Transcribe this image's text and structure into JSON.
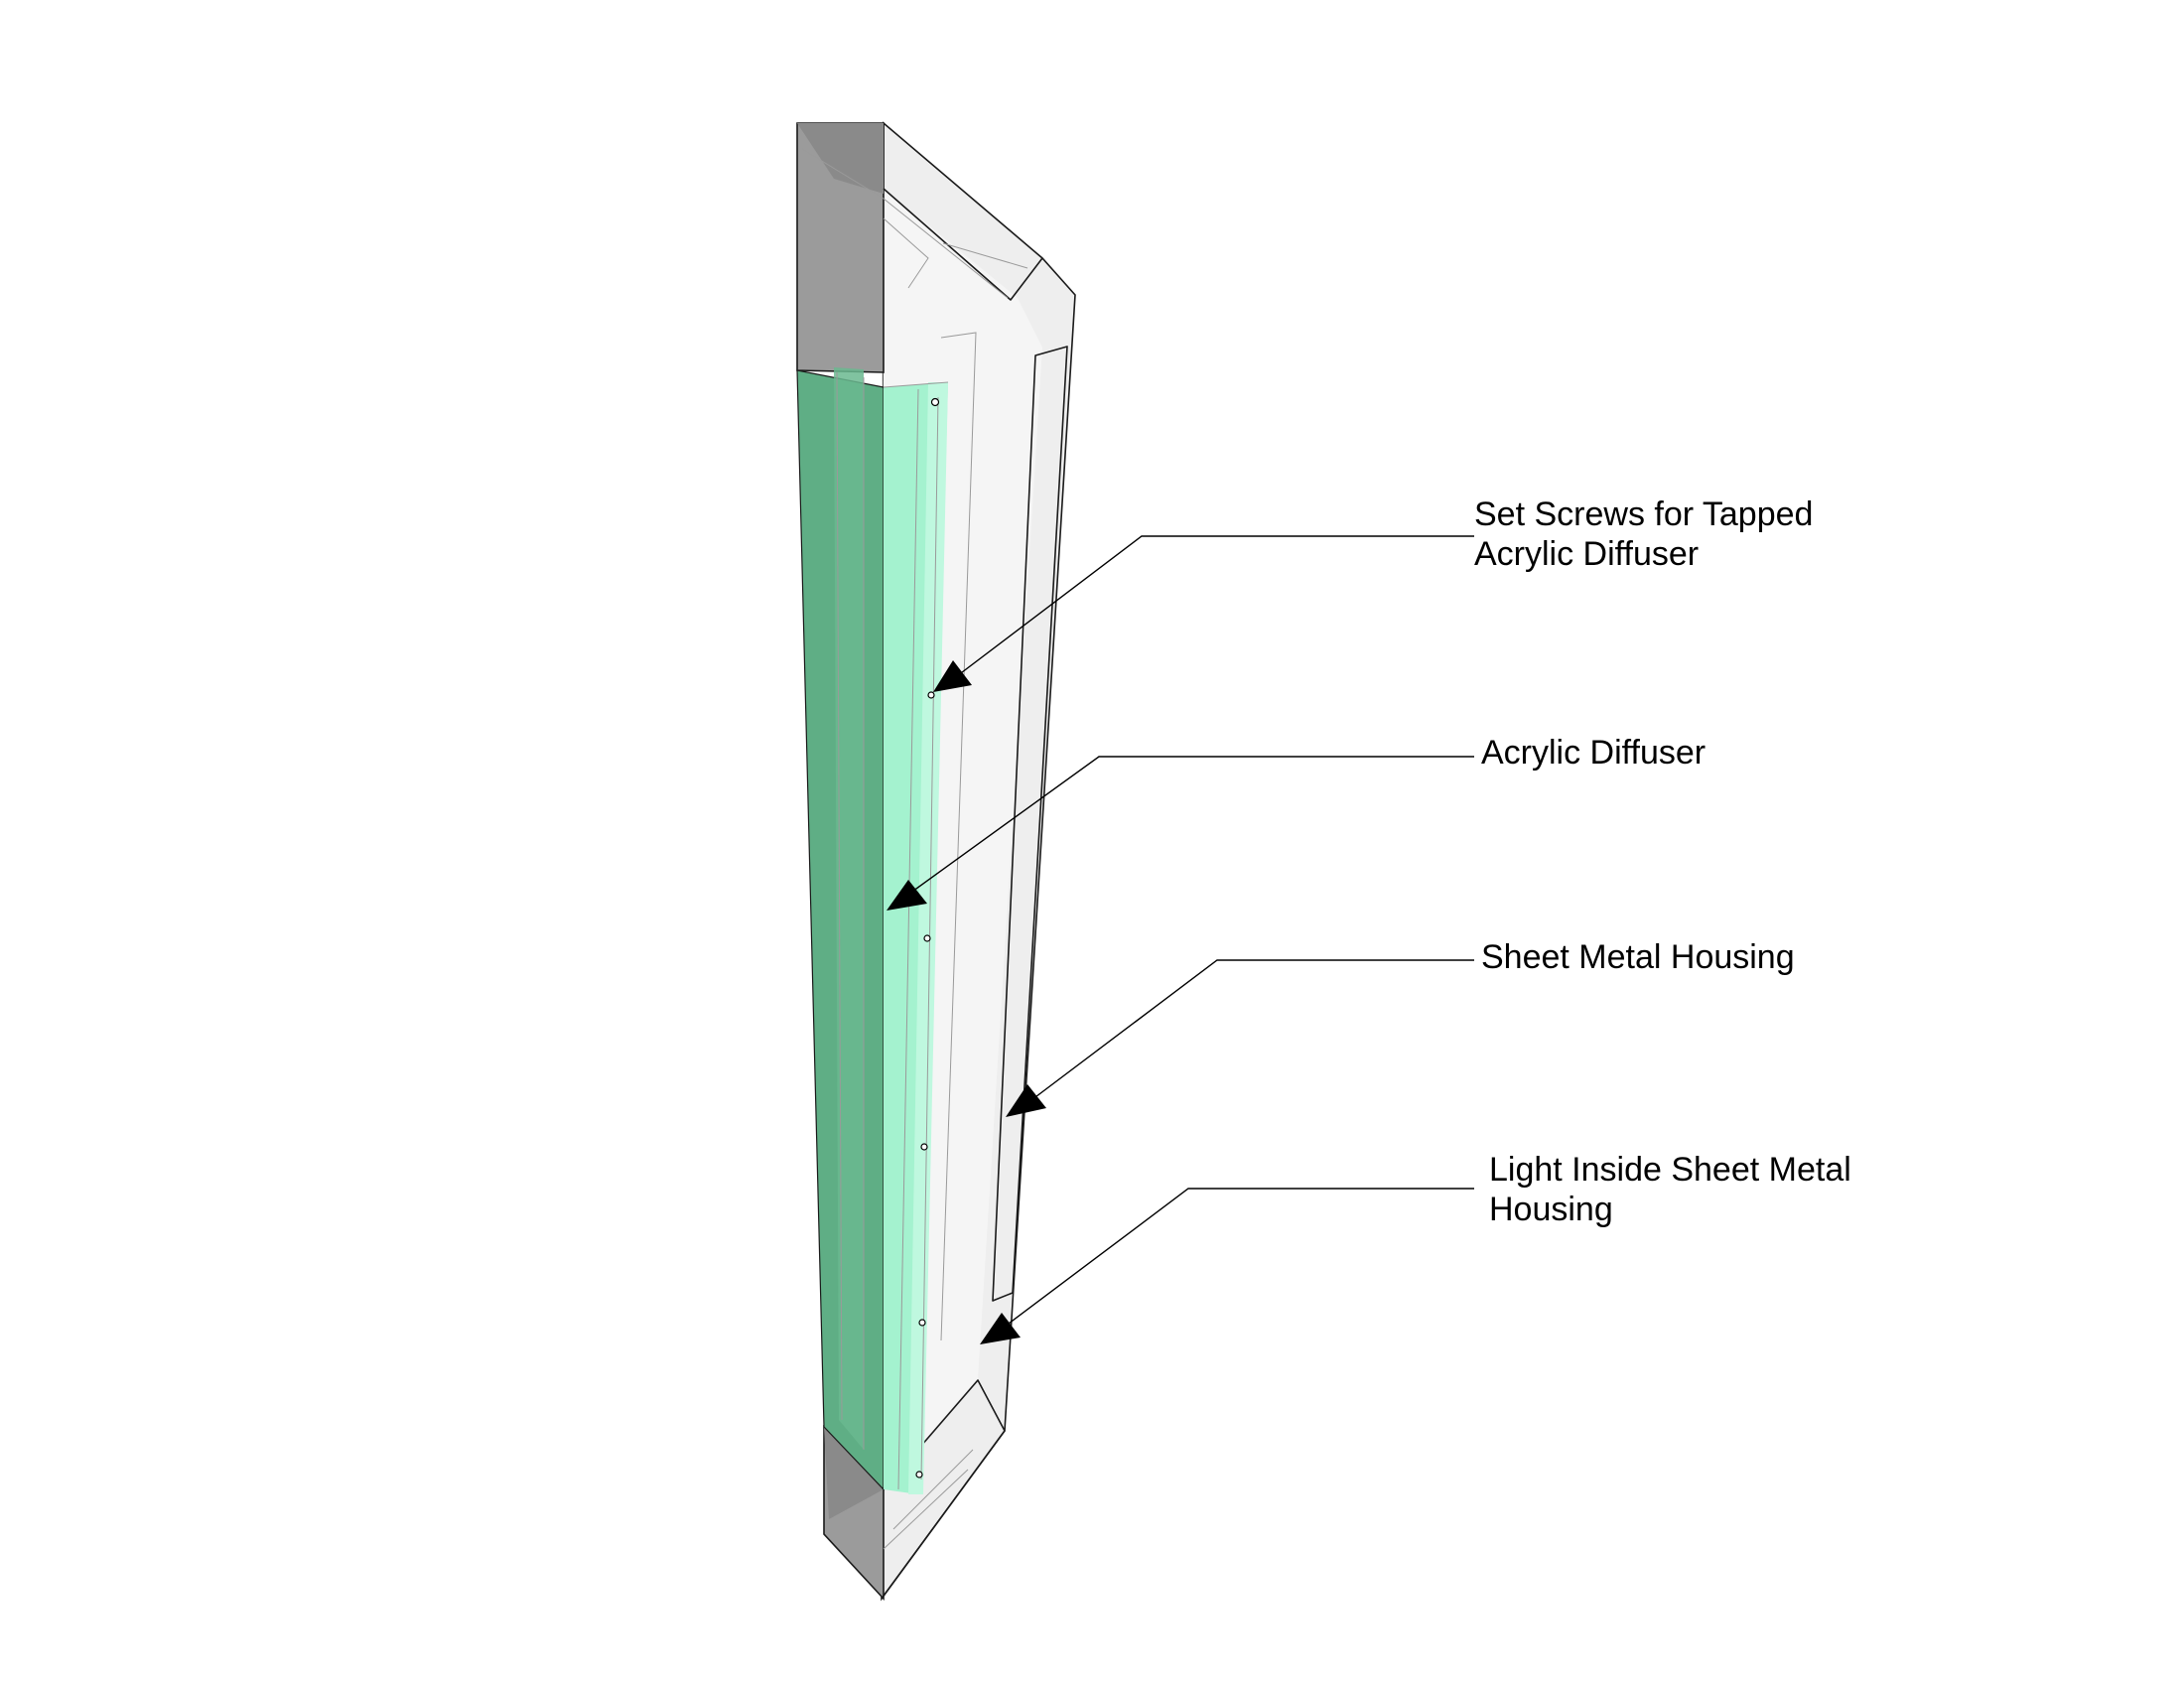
{
  "callouts": [
    {
      "id": "set-screws",
      "lines": [
        "Set Screws for Tapped",
        "Acrylic Diffuser"
      ]
    },
    {
      "id": "acrylic-diffuser",
      "lines": [
        "Acrylic Diffuser"
      ]
    },
    {
      "id": "sheet-metal-housing",
      "lines": [
        "Sheet Metal Housing"
      ]
    },
    {
      "id": "light-inside-housing",
      "lines": [
        "Light Inside Sheet Metal",
        "Housing"
      ]
    }
  ],
  "colors": {
    "diffuser_dark": "#5fae85",
    "diffuser_light": "#a4f2cf",
    "housing": "#eeeeee",
    "end_cap": "#9b9b9b"
  }
}
